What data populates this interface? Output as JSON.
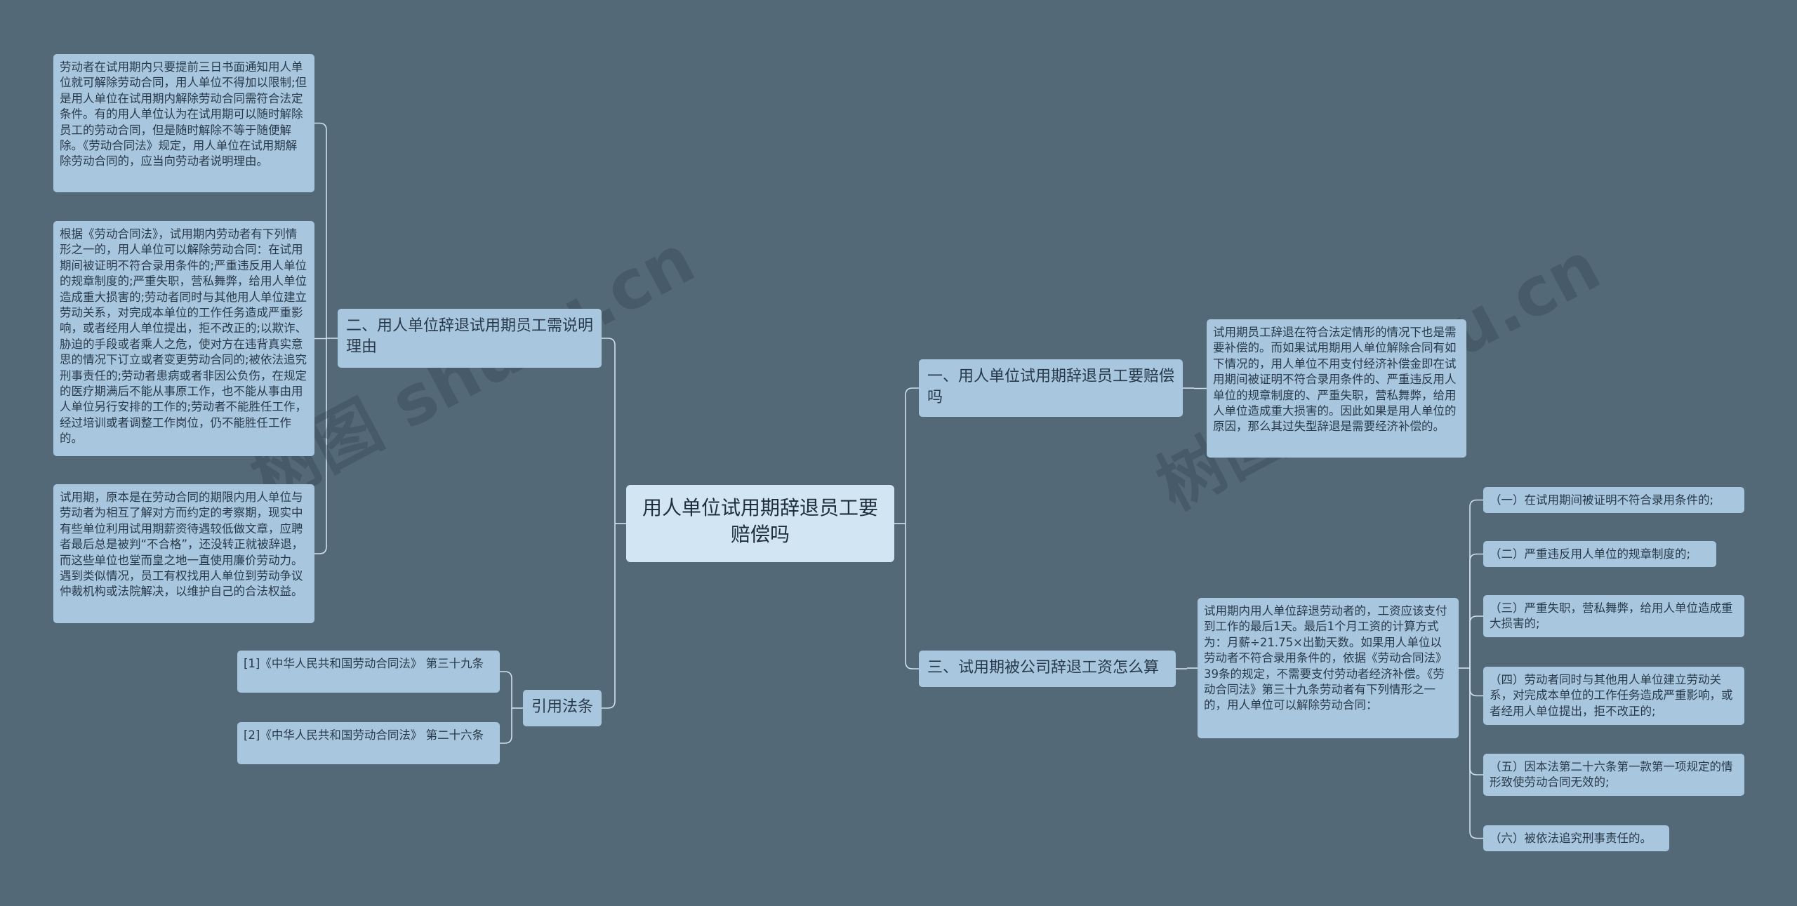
{
  "colors": {
    "background": "#536978",
    "root_fill": "#d2e5f2",
    "node_fill": "#a9c6df",
    "connector": "#cfe0ec"
  },
  "watermark": [
    "树图 shutu.cn",
    "树图 shutu.cn"
  ],
  "root": {
    "text": "用人单位试用期辞退员工要赔偿吗"
  },
  "branches": {
    "b1": {
      "text": "一、用人单位试用期辞退员工要赔偿吗"
    },
    "b2": {
      "text": "二、用人单位辞退试用期员工需说明理由"
    },
    "b3": {
      "text": "三、试用期被公司辞退工资怎么算"
    },
    "b4": {
      "text": "引用法条"
    }
  },
  "leaves": {
    "b1_1": {
      "text": "试用期员工辞退在符合法定情形的情况下也是需要补偿的。而如果试用期用人单位解除合同有如下情况的，用人单位不用支付经济补偿金即在试用期间被证明不符合录用条件的、严重违反用人单位的规章制度的、严重失职，营私舞弊，给用人单位造成重大损害的。因此如果是用人单位的原因，那么其过失型辞退是需要经济补偿的。"
    },
    "b2_1": {
      "text": "劳动者在试用期内只要提前三日书面通知用人单位就可解除劳动合同，用人单位不得加以限制;但是用人单位在试用期内解除劳动合同需符合法定条件。有的用人单位认为在试用期可以随时解除员工的劳动合同，但是随时解除不等于随便解除。《劳动合同法》规定，用人单位在试用期解除劳动合同的，应当向劳动者说明理由。"
    },
    "b2_2": {
      "text": "根据《劳动合同法》，试用期内劳动者有下列情形之一的，用人单位可以解除劳动合同：在试用期间被证明不符合录用条件的;严重违反用人单位的规章制度的;严重失职，营私舞弊，给用人单位造成重大损害的;劳动者同时与其他用人单位建立劳动关系，对完成本单位的工作任务造成严重影响，或者经用人单位提出，拒不改正的;以欺诈、胁迫的手段或者乘人之危，使对方在违背真实意思的情况下订立或者变更劳动合同的;被依法追究刑事责任的;劳动者患病或者非因公负伤，在规定的医疗期满后不能从事原工作，也不能从事由用人单位另行安排的工作的;劳动者不能胜任工作，经过培训或者调整工作岗位，仍不能胜任工作的。"
    },
    "b2_3": {
      "text": "试用期，原本是在劳动合同的期限内用人单位与劳动者为相互了解对方而约定的考察期，现实中有些单位利用试用期薪资待遇较低做文章，应聘者最后总是被判“不合格”，还没转正就被辞退，而这些单位也堂而皇之地一直使用廉价劳动力。遇到类似情况，员工有权找用人单位到劳动争议仲裁机构或法院解决，以维护自己的合法权益。"
    },
    "b3_1": {
      "text": "试用期内用人单位辞退劳动者的，工资应该支付到工作的最后1天。最后1个月工资的计算方式为：月薪÷21.75×出勤天数。如果用人单位以劳动者不符合录用条件的，依据《劳动合同法》39条的规定，不需要支付劳动者经济补偿。《劳动合同法》第三十九条劳动者有下列情形之一的，用人单位可以解除劳动合同："
    },
    "b3_1_1": {
      "text": "（一）在试用期间被证明不符合录用条件的;"
    },
    "b3_1_2": {
      "text": "（二）严重违反用人单位的规章制度的;"
    },
    "b3_1_3": {
      "text": "（三）严重失职，营私舞弊，给用人单位造成重大损害的;"
    },
    "b3_1_4": {
      "text": "（四）劳动者同时与其他用人单位建立劳动关系，对完成本单位的工作任务造成严重影响，或者经用人单位提出，拒不改正的;"
    },
    "b3_1_5": {
      "text": "（五）因本法第二十六条第一款第一项规定的情形致使劳动合同无效的;"
    },
    "b3_1_6": {
      "text": "（六）被依法追究刑事责任的。"
    },
    "b4_1": {
      "text": "[1]《中华人民共和国劳动合同法》 第三十九条"
    },
    "b4_2": {
      "text": "[2]《中华人民共和国劳动合同法》 第二十六条"
    }
  }
}
